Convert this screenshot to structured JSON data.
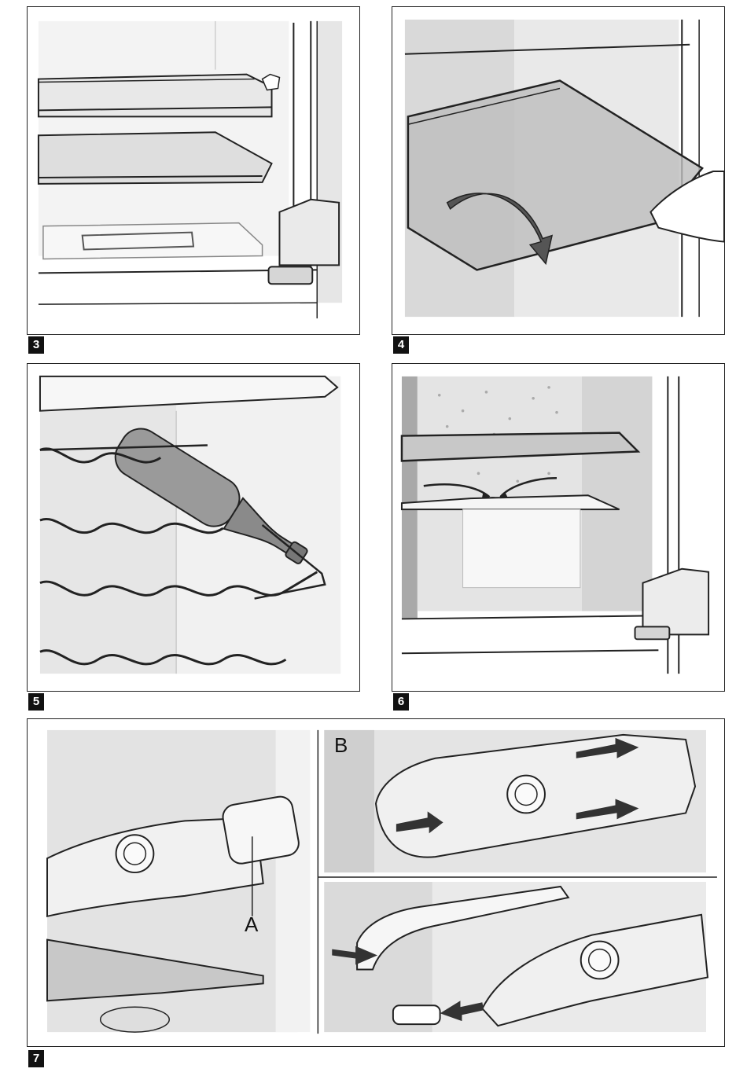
{
  "figures": [
    {
      "number": "3"
    },
    {
      "number": "4"
    },
    {
      "number": "5"
    },
    {
      "number": "6"
    },
    {
      "number": "7"
    }
  ],
  "callouts": {
    "a": "A",
    "b": "B"
  },
  "colors": {
    "line": "#222222",
    "fill_light": "#efefef",
    "fill_mid": "#d4d4d4",
    "fill_dark": "#a8a8a8",
    "arrow": "#333333"
  }
}
